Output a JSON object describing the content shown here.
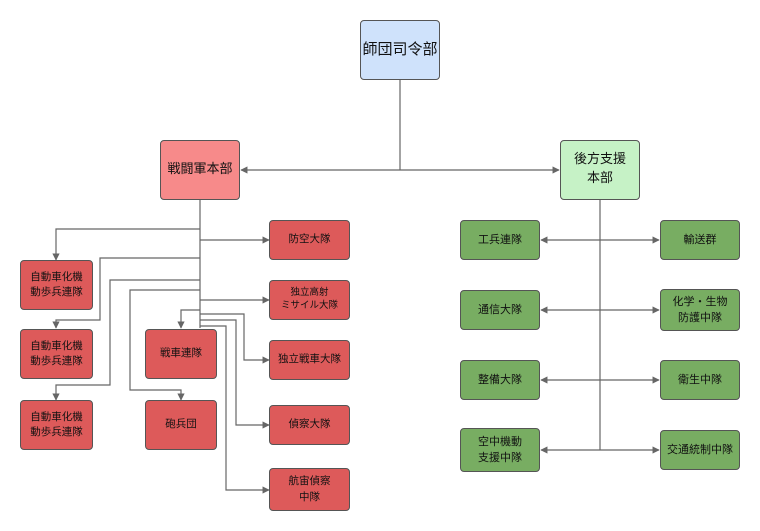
{
  "nodes": {
    "hq": "師団司令部",
    "combat_hq": "戦闘軍本部",
    "support_hq": "後方支援\n本部",
    "mech_1": "自動車化機\n動歩兵連隊",
    "mech_2": "自動車化機\n動歩兵連隊",
    "mech_3": "自動車化機\n動歩兵連隊",
    "tank_regiment": "戦車連隊",
    "artillery": "砲兵団",
    "air_defense": "防空大隊",
    "at_missile": "独立高射\nミサイル大隊",
    "ind_tank": "独立戦車大隊",
    "recon": "偵察大隊",
    "air_recon": "航宙偵察\n中隊",
    "engineer": "工兵連隊",
    "signal": "通信大隊",
    "maintenance": "整備大隊",
    "airmobile": "空中機動\n支援中隊",
    "transport": "輸送群",
    "cbrn": "化学・生物\n防護中隊",
    "medical": "衛生中隊",
    "traffic": "交通統制中隊"
  },
  "colors": {
    "hq": "#cfe2fb",
    "combat": "#f78a8a",
    "support": "#c6f2c6",
    "combat_units": "#dd5a5a",
    "support_units": "#78ad62",
    "line": "#666666"
  }
}
